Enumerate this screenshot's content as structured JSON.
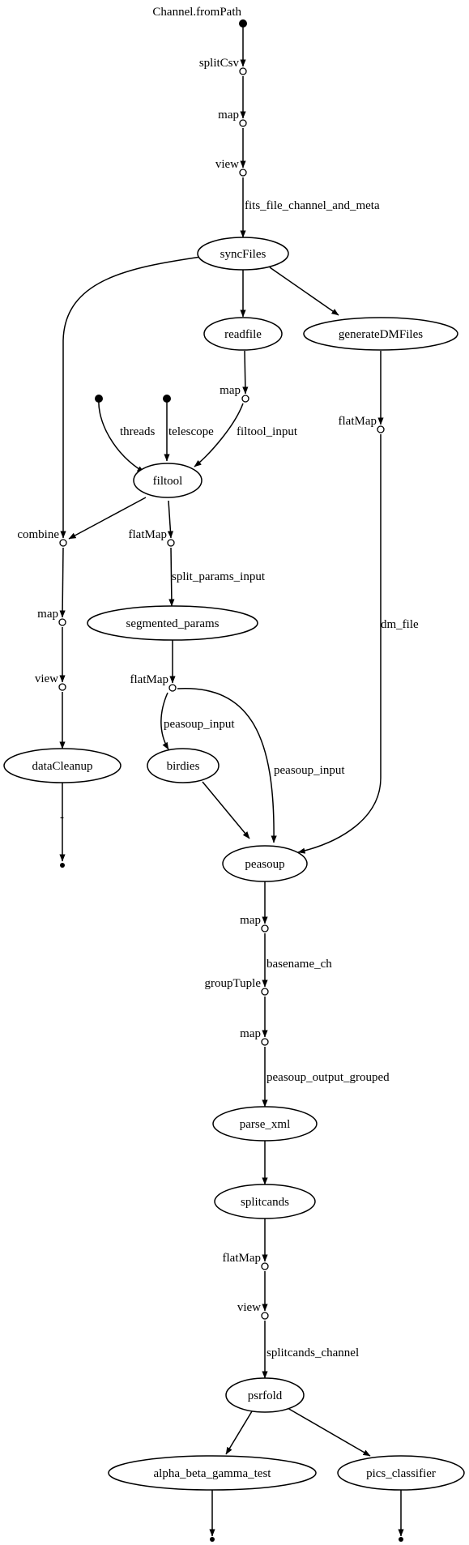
{
  "source": "Channel.fromPath",
  "processes": {
    "syncFiles": "syncFiles",
    "readfile": "readfile",
    "generateDMFiles": "generateDMFiles",
    "filtool": "filtool",
    "segmented_params": "segmented_params",
    "dataCleanup": "dataCleanup",
    "birdies": "birdies",
    "peasoup": "peasoup",
    "parse_xml": "parse_xml",
    "splitcands": "splitcands",
    "psrfold": "psrfold",
    "alpha_beta_gamma_test": "alpha_beta_gamma_test",
    "pics_classifier": "pics_classifier"
  },
  "operators": {
    "splitCsv": "splitCsv",
    "map1": "map",
    "view1": "view",
    "map2": "map",
    "flatMap_dm": "flatMap",
    "combine": "combine",
    "flatMap_params": "flatMap",
    "map3": "map",
    "view2": "view",
    "flatMap_peasoup": "flatMap",
    "map4": "map",
    "groupTuple": "groupTuple",
    "map5": "map",
    "flatMap_cands": "flatMap",
    "view3": "view"
  },
  "edge_labels": {
    "fits_file_channel_and_meta": "fits_file_channel_and_meta",
    "threads": "threads",
    "telescope": "telescope",
    "filtool_input": "filtool_input",
    "split_params_input": "split_params_input",
    "dm_file": "dm_file",
    "peasoup_input_left": "peasoup_input",
    "peasoup_input_right": "peasoup_input",
    "dash": "-",
    "basename_ch": "basename_ch",
    "peasoup_output_grouped": "peasoup_output_grouped",
    "splitcands_channel": "splitcands_channel"
  }
}
